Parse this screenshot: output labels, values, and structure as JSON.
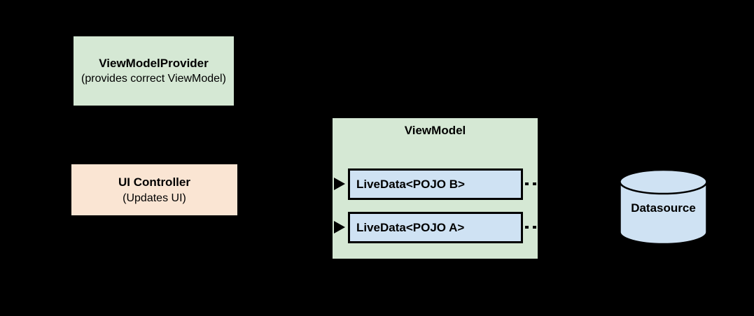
{
  "diagram": {
    "background_color": "#000000",
    "nodes": {
      "viewmodel_provider": {
        "title": "ViewModelProvider",
        "subtitle": "(provides correct ViewModel)",
        "fill_color": "#d5e8d4"
      },
      "ui_controller": {
        "title": "UI Controller",
        "subtitle": "(Updates UI)",
        "fill_color": "#fae5d3"
      },
      "viewmodel": {
        "title": "ViewModel",
        "fill_color": "#d5e8d4",
        "livedata": [
          {
            "label": "LiveData<POJO B>",
            "fill_color": "#cfe2f3"
          },
          {
            "label": "LiveData<POJO A>",
            "fill_color": "#cfe2f3"
          }
        ]
      },
      "datasource": {
        "label": "Datasource",
        "fill_color": "#cfe2f3",
        "stroke_color": "#000000"
      }
    }
  }
}
